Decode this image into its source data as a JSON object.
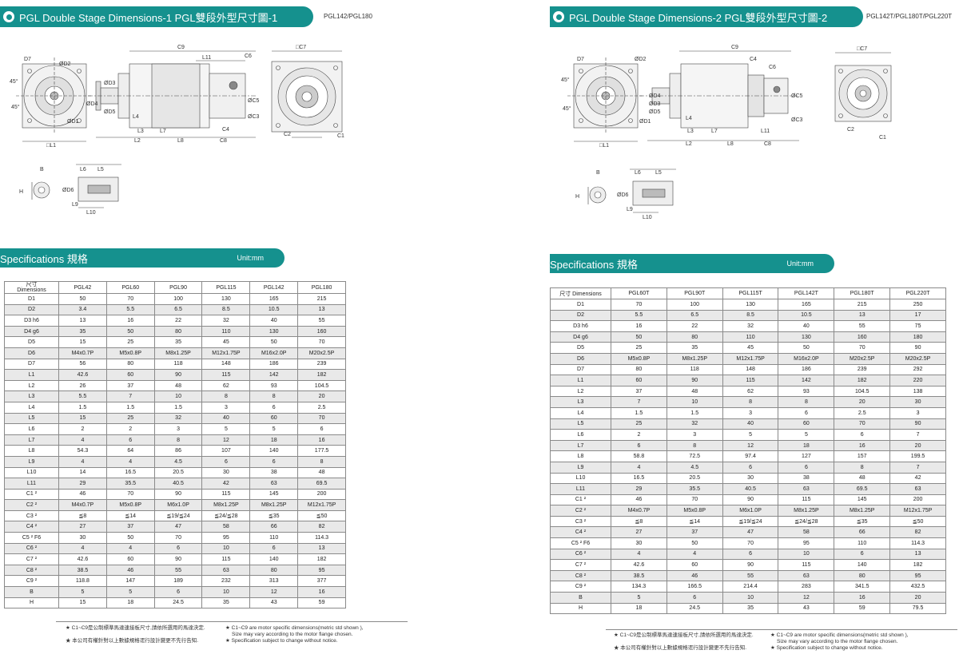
{
  "left": {
    "header": "PGL Double Stage Dimensions-1   PGL雙段外型尺寸圖-1",
    "models_code": "PGL142/PGL180",
    "spec_title": "Specifications   規格",
    "unit": "Unit:mm",
    "dim_header_zh": "尺寸",
    "dim_header_en": "Dimensions",
    "columns": [
      "PGL42",
      "PGL60",
      "PGL90",
      "PGL115",
      "PGL142",
      "PGL180"
    ],
    "rows": [
      [
        "D1",
        "50",
        "70",
        "100",
        "130",
        "165",
        "215"
      ],
      [
        "D2",
        "3.4",
        "5.5",
        "6.5",
        "8.5",
        "10.5",
        "13"
      ],
      [
        "D3 h6",
        "13",
        "16",
        "22",
        "32",
        "40",
        "55"
      ],
      [
        "D4 g6",
        "35",
        "50",
        "80",
        "110",
        "130",
        "160"
      ],
      [
        "D5",
        "15",
        "25",
        "35",
        "45",
        "50",
        "70"
      ],
      [
        "D6",
        "M4x0.7P",
        "M5x0.8P",
        "M8x1.25P",
        "M12x1.75P",
        "M16x2.0P",
        "M20x2.5P"
      ],
      [
        "D7",
        "56",
        "80",
        "118",
        "148",
        "186",
        "239"
      ],
      [
        "L1",
        "42.6",
        "60",
        "90",
        "115",
        "142",
        "182"
      ],
      [
        "L2",
        "26",
        "37",
        "48",
        "62",
        "93",
        "104.5"
      ],
      [
        "L3",
        "5.5",
        "7",
        "10",
        "8",
        "8",
        "20"
      ],
      [
        "L4",
        "1.5",
        "1.5",
        "1.5",
        "3",
        "6",
        "2.5"
      ],
      [
        "L5",
        "15",
        "25",
        "32",
        "40",
        "60",
        "70"
      ],
      [
        "L6",
        "2",
        "2",
        "3",
        "5",
        "5",
        "6"
      ],
      [
        "L7",
        "4",
        "6",
        "8",
        "12",
        "18",
        "16"
      ],
      [
        "L8",
        "54.3",
        "64",
        "86",
        "107",
        "140",
        "177.5"
      ],
      [
        "L9",
        "4",
        "4",
        "4.5",
        "6",
        "6",
        "8"
      ],
      [
        "L10",
        "14",
        "16.5",
        "20.5",
        "30",
        "38",
        "48"
      ],
      [
        "L11",
        "29",
        "35.5",
        "40.5",
        "42",
        "63",
        "69.5"
      ],
      [
        "C1 ²",
        "46",
        "70",
        "90",
        "115",
        "145",
        "200"
      ],
      [
        "C2 ²",
        "M4x0.7P",
        "M5x0.8P",
        "M6x1.0P",
        "M8x1.25P",
        "M8x1.25P",
        "M12x1.75P"
      ],
      [
        "C3 ²",
        "≦8",
        "≦14",
        "≦19/≦24",
        "≦24/≦28",
        "≦35",
        "≦50"
      ],
      [
        "C4 ²",
        "27",
        "37",
        "47",
        "58",
        "66",
        "82"
      ],
      [
        "C5 ² F6",
        "30",
        "50",
        "70",
        "95",
        "110",
        "114.3"
      ],
      [
        "C6 ²",
        "4",
        "4",
        "6",
        "10",
        "6",
        "13"
      ],
      [
        "C7 ²",
        "42.6",
        "60",
        "90",
        "115",
        "140",
        "182"
      ],
      [
        "C8 ²",
        "38.5",
        "46",
        "55",
        "63",
        "80",
        "95"
      ],
      [
        "C9 ²",
        "118.8",
        "147",
        "189",
        "232",
        "313",
        "377"
      ],
      [
        "B",
        "5",
        "5",
        "6",
        "10",
        "12",
        "16"
      ],
      [
        "H",
        "15",
        "18",
        "24.5",
        "35",
        "43",
        "59"
      ]
    ],
    "notes": [
      "★ C1~C9是公制標準馬達連接板尺寸,請依所選用的馬達決定.",
      "★ C1~C9 are motor specific dimensions(metric std shown ),",
      "Size may vary according to the motor flange chosen.",
      "★ 本公司有權針對以上數據規格逕行設計變更不先行告知.",
      "★ Specification subject to change without notice."
    ],
    "labels": {
      "C9": "C9",
      "C6": "C6",
      "C7": "□C7",
      "L11": "L11",
      "D7": "D7",
      "D2": "ØD2",
      "D4": "ØD4",
      "D3": "ØD3",
      "D5": "ØD5",
      "D1": "ØD1",
      "C5": "ØC5",
      "C3": "ØC3",
      "L4": "L4",
      "L3": "L3",
      "L7": "L7",
      "C4": "C4",
      "L2": "L2",
      "L8": "L8",
      "C8": "C8",
      "C2": "C2",
      "C1": "C1",
      "L1": "□L1",
      "B": "B",
      "L6": "L6",
      "L5": "L5",
      "H": "H",
      "D6": "ØD6",
      "L9": "L9",
      "L10": "L10",
      "deg": "45°"
    }
  },
  "right": {
    "header": "PGL Double Stage Dimensions-2   PGL雙段外型尺寸圖-2",
    "models_code": "PGL142T/PGL180T/PGL220T",
    "spec_title": "Specifications   規格",
    "unit": "Unit:mm",
    "dim_header": "尺寸 Dimensions",
    "columns": [
      "PGL60T",
      "PGL90T",
      "PGL115T",
      "PGL142T",
      "PGL180T",
      "PGL220T"
    ],
    "rows": [
      [
        "D1",
        "70",
        "100",
        "130",
        "165",
        "215",
        "250"
      ],
      [
        "D2",
        "5.5",
        "6.5",
        "8.5",
        "10.5",
        "13",
        "17"
      ],
      [
        "D3 h6",
        "16",
        "22",
        "32",
        "40",
        "55",
        "75"
      ],
      [
        "D4 g6",
        "50",
        "80",
        "110",
        "130",
        "160",
        "180"
      ],
      [
        "D5",
        "25",
        "35",
        "45",
        "50",
        "70",
        "90"
      ],
      [
        "D6",
        "M5x0.8P",
        "M8x1.25P",
        "M12x1.75P",
        "M16x2.0P",
        "M20x2.5P",
        "M20x2.5P"
      ],
      [
        "D7",
        "80",
        "118",
        "148",
        "186",
        "239",
        "292"
      ],
      [
        "L1",
        "60",
        "90",
        "115",
        "142",
        "182",
        "220"
      ],
      [
        "L2",
        "37",
        "48",
        "62",
        "93",
        "104.5",
        "138"
      ],
      [
        "L3",
        "7",
        "10",
        "8",
        "8",
        "20",
        "30"
      ],
      [
        "L4",
        "1.5",
        "1.5",
        "3",
        "6",
        "2.5",
        "3"
      ],
      [
        "L5",
        "25",
        "32",
        "40",
        "60",
        "70",
        "90"
      ],
      [
        "L6",
        "2",
        "3",
        "5",
        "5",
        "6",
        "7"
      ],
      [
        "L7",
        "6",
        "8",
        "12",
        "18",
        "16",
        "20"
      ],
      [
        "L8",
        "58.8",
        "72.5",
        "97.4",
        "127",
        "157",
        "199.5"
      ],
      [
        "L9",
        "4",
        "4.5",
        "6",
        "6",
        "8",
        "7"
      ],
      [
        "L10",
        "16.5",
        "20.5",
        "30",
        "38",
        "48",
        "42"
      ],
      [
        "L11",
        "29",
        "35.5",
        "40.5",
        "63",
        "69.5",
        "63"
      ],
      [
        "C1 ²",
        "46",
        "70",
        "90",
        "115",
        "145",
        "200"
      ],
      [
        "C2 ²",
        "M4x0.7P",
        "M5x0.8P",
        "M6x1.0P",
        "M8x1.25P",
        "M8x1.25P",
        "M12x1.75P"
      ],
      [
        "C3 ²",
        "≦8",
        "≦14",
        "≦19/≦24",
        "≦24/≦28",
        "≦35",
        "≦50"
      ],
      [
        "C4 ²",
        "27",
        "37",
        "47",
        "58",
        "66",
        "82"
      ],
      [
        "C5 ² F6",
        "30",
        "50",
        "70",
        "95",
        "110",
        "114.3"
      ],
      [
        "C6 ²",
        "4",
        "4",
        "6",
        "10",
        "6",
        "13"
      ],
      [
        "C7 ²",
        "42.6",
        "60",
        "90",
        "115",
        "140",
        "182"
      ],
      [
        "C8 ²",
        "38.5",
        "46",
        "55",
        "63",
        "80",
        "95"
      ],
      [
        "C9 ²",
        "134.3",
        "166.5",
        "214.4",
        "283",
        "341.5",
        "432.5"
      ],
      [
        "B",
        "5",
        "6",
        "10",
        "12",
        "16",
        "20"
      ],
      [
        "H",
        "18",
        "24.5",
        "35",
        "43",
        "59",
        "79.5"
      ]
    ],
    "notes": [
      "★ C1~C9是公制標準馬達連接板尺寸,請依所選用的馬達決定.",
      "★ C1~C9 are motor specific dimensions(metric std shown ),",
      "Size may vary according to the motor flange chosen.",
      "★ 本公司有權針對以上數據規格逕行設計變更不先行告知.",
      "★ Specification subject to change without notice."
    ],
    "labels": {
      "C9": "C9",
      "C4": "C4",
      "C6": "C6",
      "C7": "□C7",
      "D7": "D7",
      "D2": "ØD2",
      "D4": "ØD4",
      "D3": "ØD3",
      "D5": "ØD5",
      "D1": "ØD1",
      "C5": "ØC5",
      "C3": "ØC3",
      "L4": "L4",
      "L3": "L3",
      "L7": "L7",
      "L11": "L11",
      "L2": "L2",
      "L8": "L8",
      "C8": "C8",
      "C2": "C2",
      "C1": "C1",
      "L1": "□L1",
      "B": "B",
      "L6": "L6",
      "L5": "L5",
      "H": "H",
      "D6": "ØD6",
      "L9": "L9",
      "L10": "L10",
      "deg": "45°"
    }
  }
}
